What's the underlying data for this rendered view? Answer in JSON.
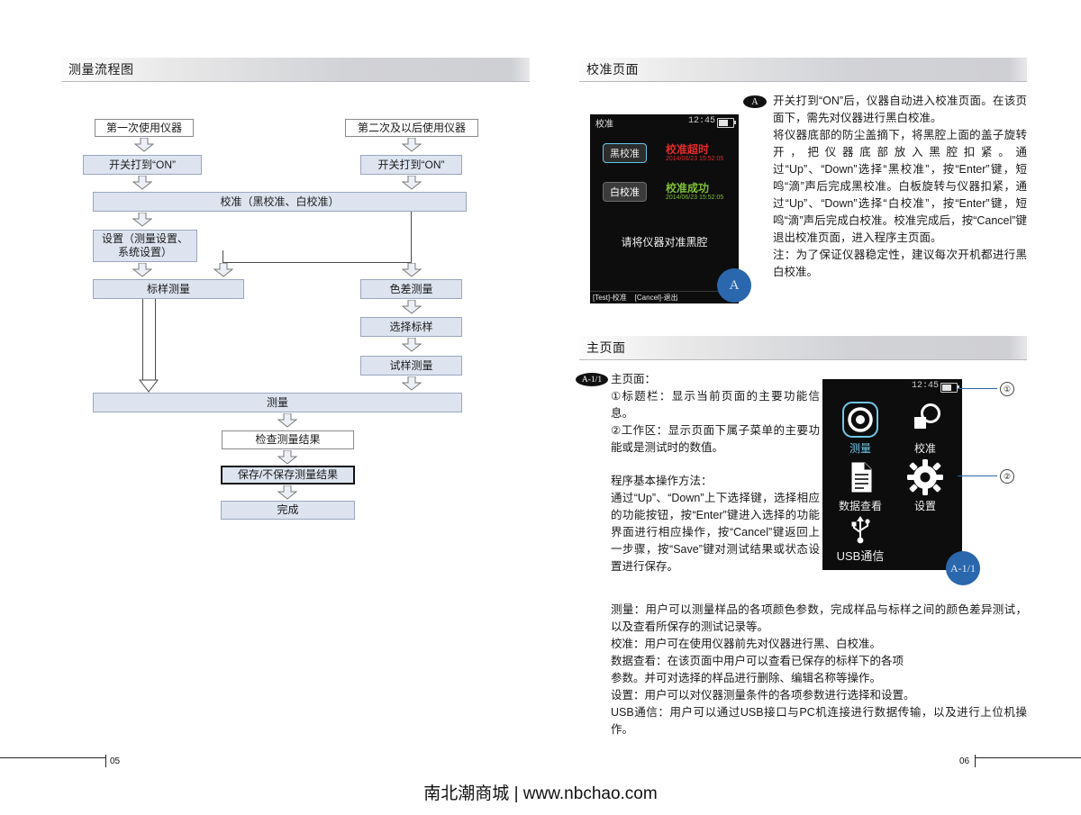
{
  "footer": {
    "brand": "南北潮商城 | www.nbchao.com",
    "left_page": "05",
    "right_page": "06"
  },
  "left_page": {
    "section_title": "测量流程图",
    "flowchart": {
      "nodes": [
        {
          "id": "first-use",
          "label": "第一次使用仪器",
          "style": "plain"
        },
        {
          "id": "second-use",
          "label": "第二次及以后使用仪器",
          "style": "plain"
        },
        {
          "id": "switch-on-left",
          "label": "开关打到“ON”",
          "style": "fill"
        },
        {
          "id": "switch-on-right",
          "label": "开关打到“ON”",
          "style": "fill"
        },
        {
          "id": "calibration",
          "label": "校准（黑校准、白校准）",
          "style": "fill"
        },
        {
          "id": "settings",
          "label": "设置（测量设置、\n系统设置）",
          "style": "fill"
        },
        {
          "id": "standard-meas",
          "label": "标样测量",
          "style": "fill"
        },
        {
          "id": "color-diff-meas",
          "label": "色差测量",
          "style": "fill"
        },
        {
          "id": "select-standard",
          "label": "选择标样",
          "style": "fill"
        },
        {
          "id": "sample-meas",
          "label": "试样测量",
          "style": "fill"
        },
        {
          "id": "measure",
          "label": "测量",
          "style": "fill"
        },
        {
          "id": "check-result",
          "label": "检查测量结果",
          "style": "plain"
        },
        {
          "id": "save-result",
          "label": "保存/不保存测量结果",
          "style": "bold"
        },
        {
          "id": "finish",
          "label": "完成",
          "style": "fill"
        }
      ]
    }
  },
  "right_page": {
    "calibration_section": {
      "title": "校准页面",
      "badge": "A",
      "screen": {
        "title": "校准",
        "clock": "12:45",
        "black_button": "黑校准",
        "black_status": "校准超时",
        "black_timestamp": "2014/06/23 15:52:05",
        "black_status_color": "#e22b2b",
        "white_button": "白校准",
        "white_status": "校准成功",
        "white_timestamp": "2014/06/23 15:52:05",
        "white_status_color": "#7ec136",
        "hint": "请将仪器对准黑腔",
        "footer_left": "[Test]-校准",
        "footer_right": "[Cancel]-退出",
        "circle_badge": "A"
      },
      "paragraphs": [
        "开关打到“ON”后，仪器自动进入校准页面。在该页面下，需先对仪器进行黑白校准。",
        "将仪器底部的防尘盖摘下，将黑腔上面的盖子旋转开，把仪器底部放入黑腔扣紧。通过“Up”、“Down”选择“黑校准”，按“Enter”键，短鸣“滴”声后完成黑校准。白板旋转与仪器扣紧，通过“Up”、“Down”选择“白校准”，按“Enter”键，短鸣“滴”声后完成白校准。校准完成后，按“Cancel”键退出校准页面，进入程序主页面。",
        "注：为了保证仪器稳定性，建议每次开机都进行黑白校准。"
      ]
    },
    "main_section": {
      "title": "主页面",
      "badge": "A-1/1",
      "heading": "主页面：",
      "items": [
        "①标题栏：显示当前页面的主要功能信息。",
        "②工作区：显示页面下属子菜单的主要功能或是测试时的数值。"
      ],
      "ops_heading": "程序基本操作方法：",
      "ops_paragraph": "通过“Up”、“Down”上下选择键，选择相应的功能按钮，按“Enter”键进入选择的功能界面进行相应操作，按“Cancel”键返回上一步骤，按“Save”键对测试结果或状态设置进行保存。",
      "descriptions": [
        "测量：用户可以测量样品的各项颜色参数，完成样品与标样之间的颜色差异测试，以及查看所保存的测试记录等。",
        "校准：用户可在使用仪器前先对仪器进行黑、白校准。",
        "数据查看：在该页面中用户可以查看已保存的标样下的各项",
        "参数。并可对选择的样品进行删除、编辑名称等操作。",
        "设置：用户可以对仪器测量条件的各项参数进行选择和设置。",
        "USB通信：用户可以通过USB接口与PC机连接进行数据传输，以及进行上位机操作。"
      ],
      "screen": {
        "clock": "12:45",
        "menu": [
          {
            "id": "measure",
            "label": "测量",
            "icon": "target-icon",
            "active": true
          },
          {
            "id": "calibrate",
            "label": "校准",
            "icon": "calibrate-icon",
            "active": false
          },
          {
            "id": "data-view",
            "label": "数据查看",
            "icon": "document-icon",
            "active": false
          },
          {
            "id": "settings",
            "label": "设置",
            "icon": "gear-icon",
            "active": false
          },
          {
            "id": "usb",
            "label": "USB通信",
            "icon": "usb-icon",
            "active": false
          }
        ],
        "circle_badge": "A-1/1"
      },
      "callouts": [
        "①",
        "②"
      ]
    }
  },
  "colors": {
    "accent_blue": "#2a67ad",
    "node_fill": "#dde4f0",
    "header_gray": "#d2d3d7",
    "screen_bg": "#0d0d0d",
    "highlight_cyan": "#6fc6e8"
  }
}
